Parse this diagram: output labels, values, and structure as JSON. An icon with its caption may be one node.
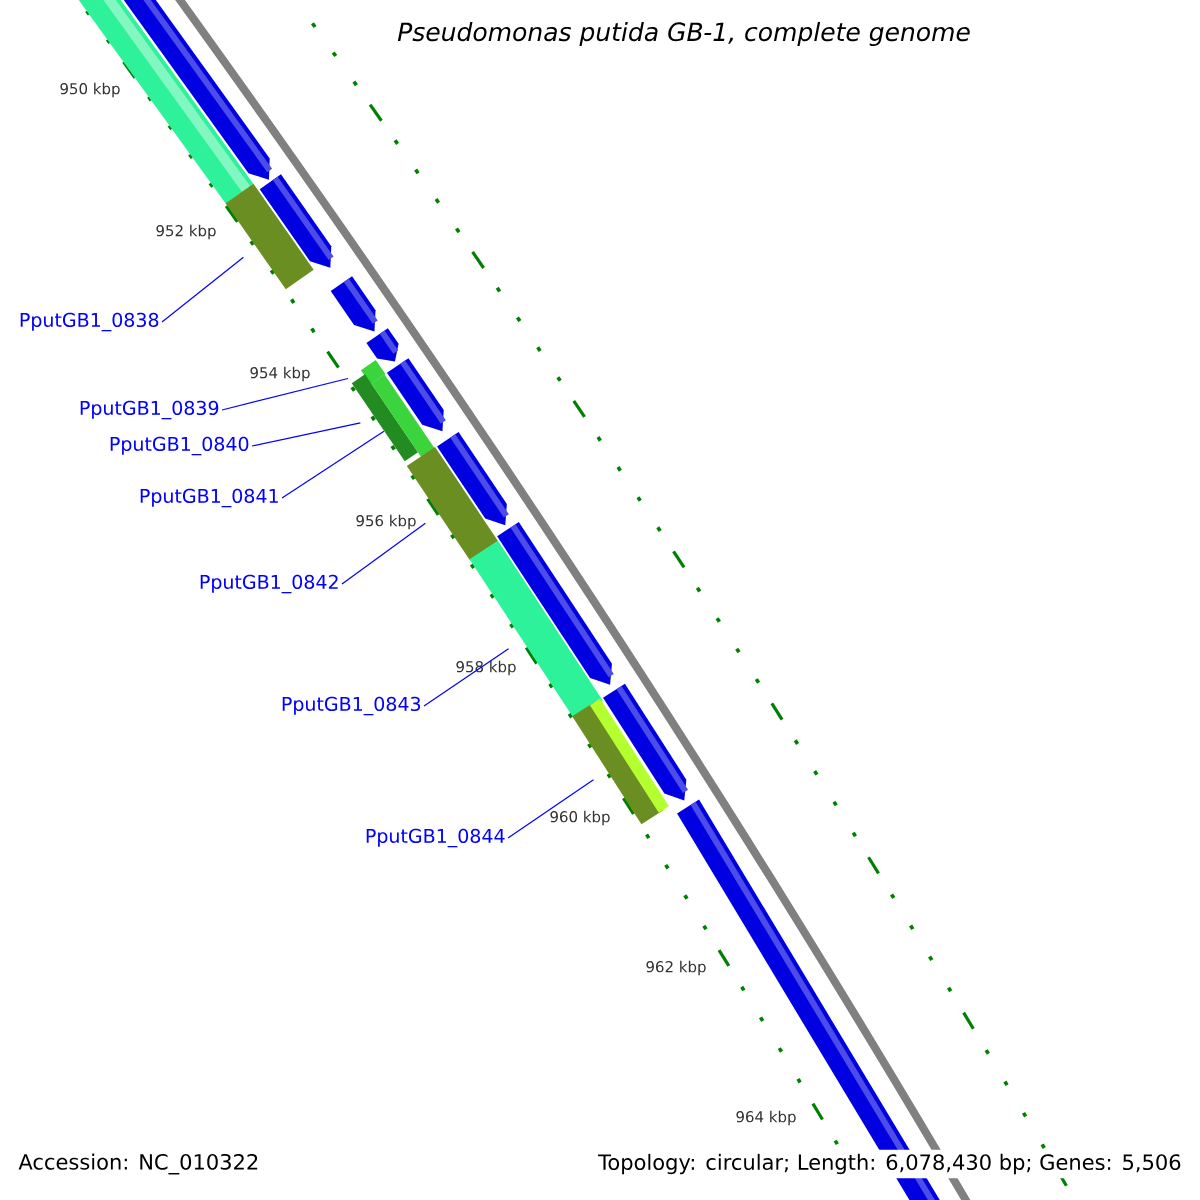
{
  "diagram": {
    "title": "Pseudomonas putida GB-1, complete genome",
    "nodes": [
      {
        "text": [
          "PputGB1_0838"
        ]
      },
      {
        "text": [
          "PputGB1_0839"
        ]
      },
      {
        "text": [
          "PputGB1_0840"
        ]
      },
      {
        "text": [
          "PputGB1_0841"
        ]
      },
      {
        "text": [
          "PputGB1_0842"
        ]
      },
      {
        "text": [
          "PputGB1_0843"
        ]
      },
      {
        "text": [
          "PputGB1_0844"
        ]
      },
      {
        "text": [],
        "shape": "bar"
      },
      {
        "text": [],
        "shape": "bar"
      },
      {
        "text": [],
        "shape": "bar"
      },
      {
        "text": [],
        "shape": "bar"
      },
      {
        "text": [],
        "shape": "bar"
      },
      {
        "text": [],
        "shape": "bar"
      },
      {
        "text": [],
        "shape": "bar"
      }
    ],
    "edges": [
      {
        "from": 0,
        "to": 7,
        "arrow": "none"
      },
      {
        "from": 1,
        "to": 8,
        "arrow": "none"
      },
      {
        "from": 2,
        "to": 9,
        "arrow": "none"
      },
      {
        "from": 3,
        "to": 10,
        "arrow": "none"
      },
      {
        "from": 4,
        "to": 11,
        "arrow": "none"
      },
      {
        "from": 5,
        "to": 12,
        "arrow": "none"
      },
      {
        "from": 6,
        "to": 13,
        "arrow": "none"
      }
    ],
    "labels": [
      "950 kbp",
      "952 kbp",
      "954 kbp",
      "956 kbp",
      "958 kbp",
      "960 kbp",
      "962 kbp",
      "964 kbp",
      "Accession: NC_010322",
      "Topology: circular; Length: 6,078,430 bp; Genes: 5,506"
    ]
  }
}
